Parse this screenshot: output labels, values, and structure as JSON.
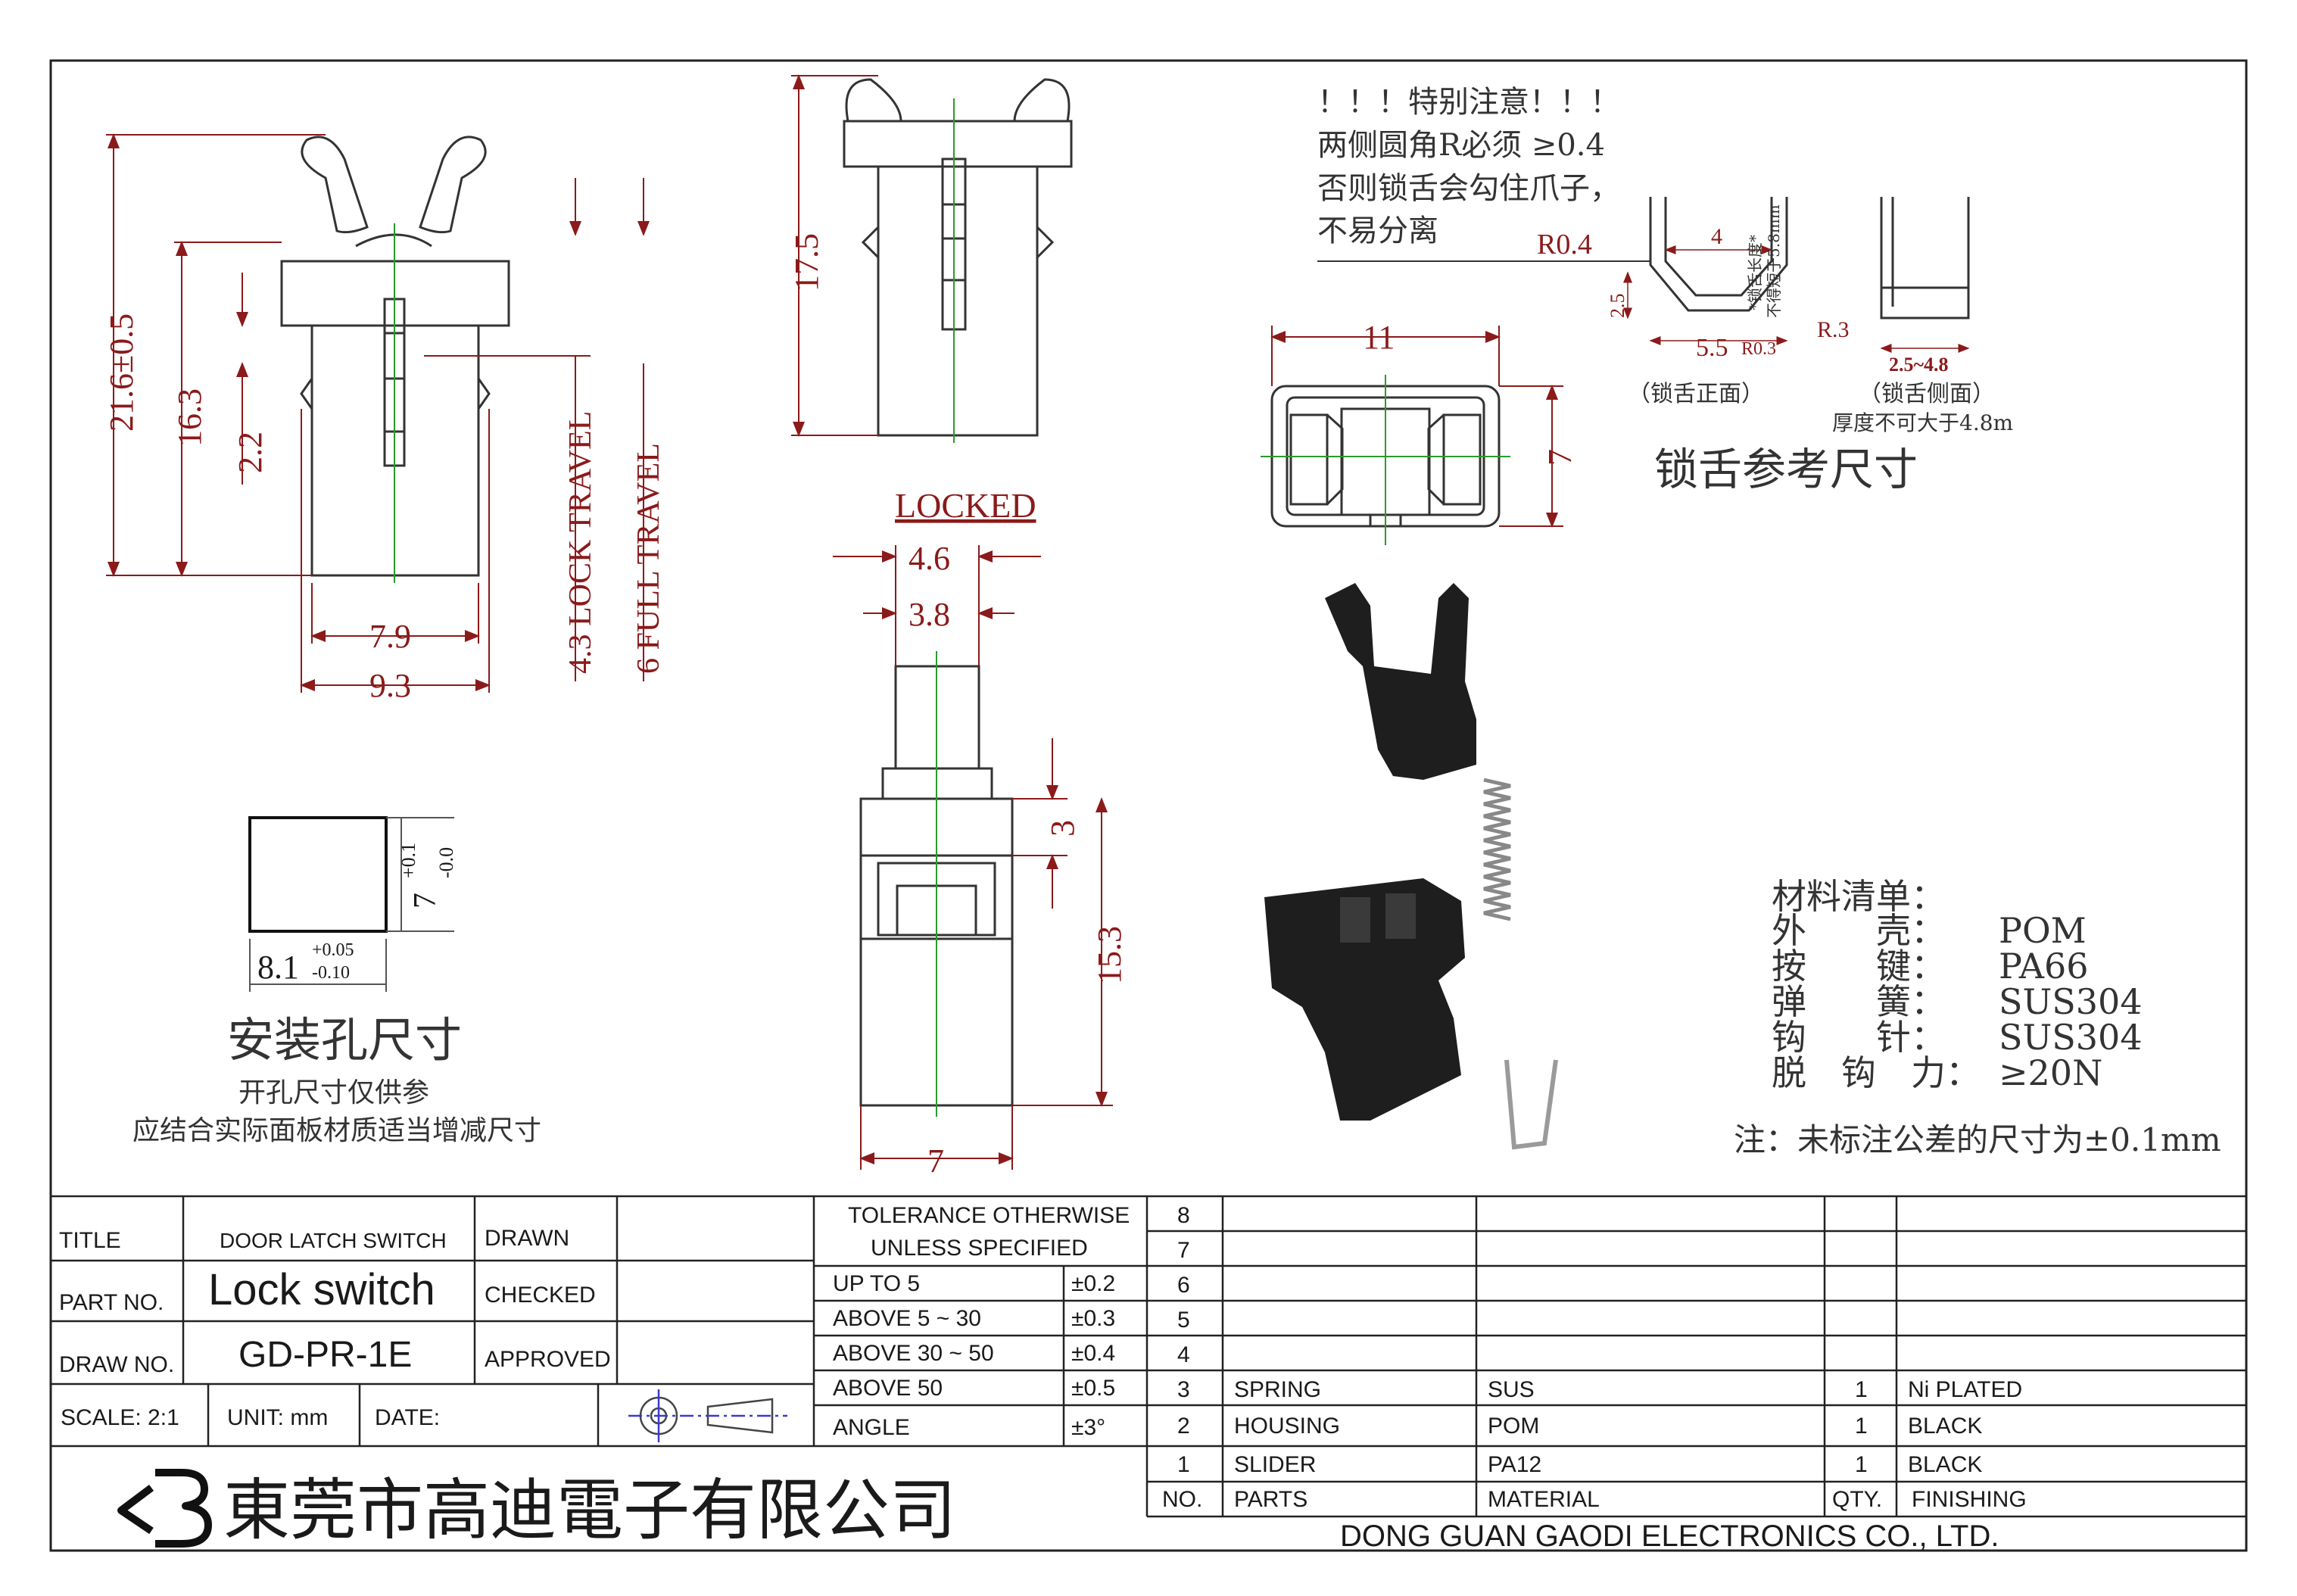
{
  "notes": {
    "warning_lines": [
      "！！！特别注意！！！",
      "两侧圆角R必须 ≥0.4",
      "否则锁舌会勾住爪子，",
      "不易分离"
    ],
    "tongue_reference_title": "锁舌参考尺寸",
    "tongue_front_caption": "（锁舌正面）",
    "tongue_side_caption": "（锁舌侧面）",
    "tongue_side_note": "厚度不可大于4.8m",
    "tongue_length_note_a": "*锁舌长度*",
    "tongue_length_note_b": "不得短于5.8mm"
  },
  "dimensions": {
    "overall_height": "21.6±0.5",
    "body_height": "16.3",
    "small_offset": "2.2",
    "width_inner": "7.9",
    "width_outer": "9.3",
    "lock_travel": "4.3 LOCK TRAVEL",
    "full_travel": "6 FULL TRAVEL",
    "side_height": "17.5",
    "locked_label": "LOCKED",
    "locked_width_a": "4.6",
    "locked_width_b": "3.8",
    "locked_offset": "3",
    "locked_height": "15.3",
    "locked_base": "7",
    "top_width": "11",
    "top_depth": "7",
    "tongue_r04": "R0.4",
    "tongue_width_4": "4",
    "tongue_height_25": "2.5",
    "tongue_width_55": "5.5",
    "tongue_r03": "R0.3",
    "tongue_r3": "R.3",
    "tongue_thickness": "2.5~4.8"
  },
  "mounting_hole": {
    "title": "安装孔尺寸",
    "height_main": "7",
    "height_tol_plus": "+0.1",
    "height_tol_minus": "-0.0",
    "width_main": "8.1",
    "width_tol_plus": "+0.05",
    "width_tol_minus": "-0.10",
    "note_line1": "开孔尺寸仅供参",
    "note_line2": "应结合实际面板材质适当增减尺寸"
  },
  "materials": {
    "title": "材料清单：",
    "rows": [
      {
        "name": "外　　壳：",
        "value": "POM"
      },
      {
        "name": "按　　键：",
        "value": "PA66"
      },
      {
        "name": "弹　　簧：",
        "value": "SUS304"
      },
      {
        "name": "钩　　针：",
        "value": "SUS304"
      },
      {
        "name": "脱　钩　力：",
        "value": "≥20N"
      }
    ],
    "tolerance_note": "注：未标注公差的尺寸为±0.1mm"
  },
  "title_block": {
    "title_label": "TITLE",
    "title_value": "DOOR LATCH SWITCH",
    "part_label": "PART NO.",
    "part_value": "Lock switch",
    "draw_label": "DRAW NO.",
    "draw_value": "GD-PR-1E",
    "drawn_label": "DRAWN",
    "checked_label": "CHECKED",
    "approved_label": "APPROVED",
    "scale_text": "SCALE: 2:1",
    "unit_text": "UNIT: mm",
    "date_text": "DATE:",
    "company_cn": "東莞市高迪電子有限公司",
    "company_en": "DONG GUAN GAODI ELECTRONICS CO., LTD."
  },
  "tolerance": {
    "header_line1": "TOLERANCE OTHERWISE",
    "header_line2": "UNLESS SPECIFIED",
    "rows": [
      {
        "range": "UP TO 5",
        "value": "±0.2"
      },
      {
        "range": "ABOVE 5 ~ 30",
        "value": "±0.3"
      },
      {
        "range": "ABOVE 30 ~ 50",
        "value": "±0.4"
      },
      {
        "range": "ABOVE 50",
        "value": "±0.5"
      },
      {
        "range": "ANGLE",
        "value": "±3°"
      }
    ]
  },
  "bom": {
    "empty_numbers": [
      "8",
      "7",
      "6",
      "5",
      "4"
    ],
    "rows": [
      {
        "no": "3",
        "part": "SPRING",
        "material": "SUS",
        "qty": "1",
        "finishing": "Ni PLATED"
      },
      {
        "no": "2",
        "part": "HOUSING",
        "material": "POM",
        "qty": "1",
        "finishing": "BLACK"
      },
      {
        "no": "1",
        "part": "SLIDER",
        "material": "PA12",
        "qty": "1",
        "finishing": "BLACK"
      }
    ],
    "header": {
      "no": "NO.",
      "part": "PARTS",
      "material": "MATERIAL",
      "qty": "QTY.",
      "finishing": "FINISHING"
    }
  }
}
